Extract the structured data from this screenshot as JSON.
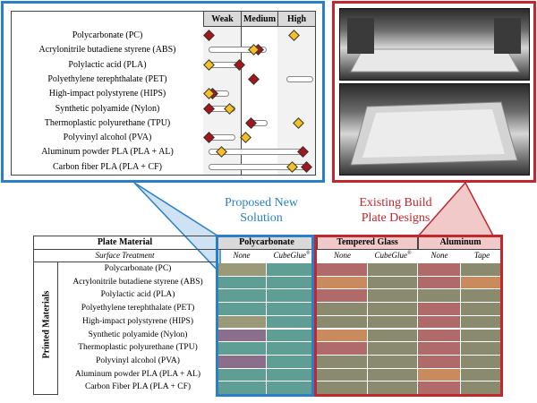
{
  "top_table": {
    "headers": [
      "Weak",
      "Medium",
      "High"
    ],
    "materials": [
      "Polycarbonate (PC)",
      "Acrylonitrile butadiene styrene (ABS)",
      "Polylactic acid (PLA)",
      "Polyethylene terephthalate (PET)",
      "High-impact polystyrene (HIPS)",
      "Synthetic polyamide (Nylon)",
      "Thermoplastic polyurethane (TPU)",
      "Polyvinyl alcohol (PVA)",
      "Aluminum powder PLA (PLA + AL)",
      "Carbon fiber PLA (PLA + CF)"
    ],
    "adhesion_ranges": [
      {
        "bar": [
          0.03,
          0.03
        ],
        "red": 0.03,
        "yellow": 0.82
      },
      {
        "bar": [
          0.03,
          0.57
        ],
        "red": 0.49,
        "yellow": 0.45
      },
      {
        "bar": [
          0.0,
          0.31
        ],
        "red": 0.31,
        "yellow": 0.03
      },
      {
        "bar": [
          0.75,
          1.0
        ],
        "red": 0.45,
        "yellow": null
      },
      {
        "bar": [
          0.03,
          0.22
        ],
        "red": 0.07,
        "yellow": 0.03
      },
      {
        "bar": [
          0.03,
          0.28
        ],
        "red": 0.03,
        "yellow": 0.22
      },
      {
        "bar": [
          0.38,
          0.58
        ],
        "red": 0.42,
        "yellow": 0.86
      },
      {
        "bar": [
          0.03,
          0.28
        ],
        "red": 0.03,
        "yellow": 0.37
      },
      {
        "bar": [
          0.03,
          0.93
        ],
        "red": 0.9,
        "yellow": 0.15
      },
      {
        "bar": [
          0.03,
          0.93
        ],
        "red": 0.93,
        "yellow": 0.8
      }
    ]
  },
  "captions": {
    "blue": [
      "Proposed New",
      "Solution"
    ],
    "red": [
      "Existing Build",
      "Plate Designs"
    ]
  },
  "bottom_table": {
    "plate_material_label": "Plate Material",
    "surface_treatment_label": "Surface Treatment",
    "printed_materials_label": "Printed Materials",
    "groups": [
      "Polycarbonate",
      "Tempered Glass",
      "Aluminum"
    ],
    "treatments": [
      "None",
      "CubeGlue",
      "None",
      "CubeGlue",
      "None",
      "Tape"
    ],
    "treatment_superscript": "®",
    "rows": [
      "Polycarbonate (PC)",
      "Acrylonitrile butadiene styrene (ABS)",
      "Polylactic acid (PLA)",
      "Polyethylene terephthalate (PET)",
      "High-impact polystyrene (HIPS)",
      "Synthetic polyamide (Nylon)",
      "Thermoplastic polyurethane (TPU)",
      "Polyvinyl alcohol (PVA)",
      "Aluminum powder  PLA (PLA + AL)",
      "Carbon Fiber PLA (PLA + CF)"
    ],
    "cell_colors": [
      [
        "#9a9a78",
        "#5f9e94",
        "#b06a6a",
        "#8a8a6e",
        "#b06a6a",
        "#8a8a6e"
      ],
      [
        "#5f9e94",
        "#5f9e94",
        "#c98a5e",
        "#8a8a6e",
        "#b06a6a",
        "#c98a5e"
      ],
      [
        "#5f9e94",
        "#5f9e94",
        "#b06a6a",
        "#8a8a6e",
        "#8a8a6e",
        "#8a8a6e"
      ],
      [
        "#5f9e94",
        "#5f9e94",
        "#8a8a6e",
        "#8a8a6e",
        "#b06a6a",
        "#8a8a6e"
      ],
      [
        "#9a9a78",
        "#5f9e94",
        "#8a8a6e",
        "#8a8a6e",
        "#b06a6a",
        "#8a8a6e"
      ],
      [
        "#8a6e8c",
        "#5f9e94",
        "#c98a5e",
        "#8a8a6e",
        "#b06a6a",
        "#8a8a6e"
      ],
      [
        "#5f9e94",
        "#5f9e94",
        "#b06a6a",
        "#8a8a6e",
        "#b06a6a",
        "#8a8a6e"
      ],
      [
        "#8a6e8c",
        "#5f9e94",
        "#8a8a6e",
        "#8a8a6e",
        "#b06a6a",
        "#8a8a6e"
      ],
      [
        "#5f9e94",
        "#5f9e94",
        "#8a8a6e",
        "#8a8a6e",
        "#c98a5e",
        "#8a8a6e"
      ],
      [
        "#5f9e94",
        "#5f9e94",
        "#8a8a6e",
        "#8a8a6e",
        "#b06a6a",
        "#8a8a6e"
      ]
    ]
  },
  "colors": {
    "blue_accent": "#2a7fc6",
    "red_accent": "#c1272d",
    "header_shade": "#d9d9d9",
    "blue_fill": "#cfe2f3",
    "red_fill": "#f2c9c9",
    "diamond_red": "#a3161c",
    "diamond_yellow": "#f4c02a"
  }
}
